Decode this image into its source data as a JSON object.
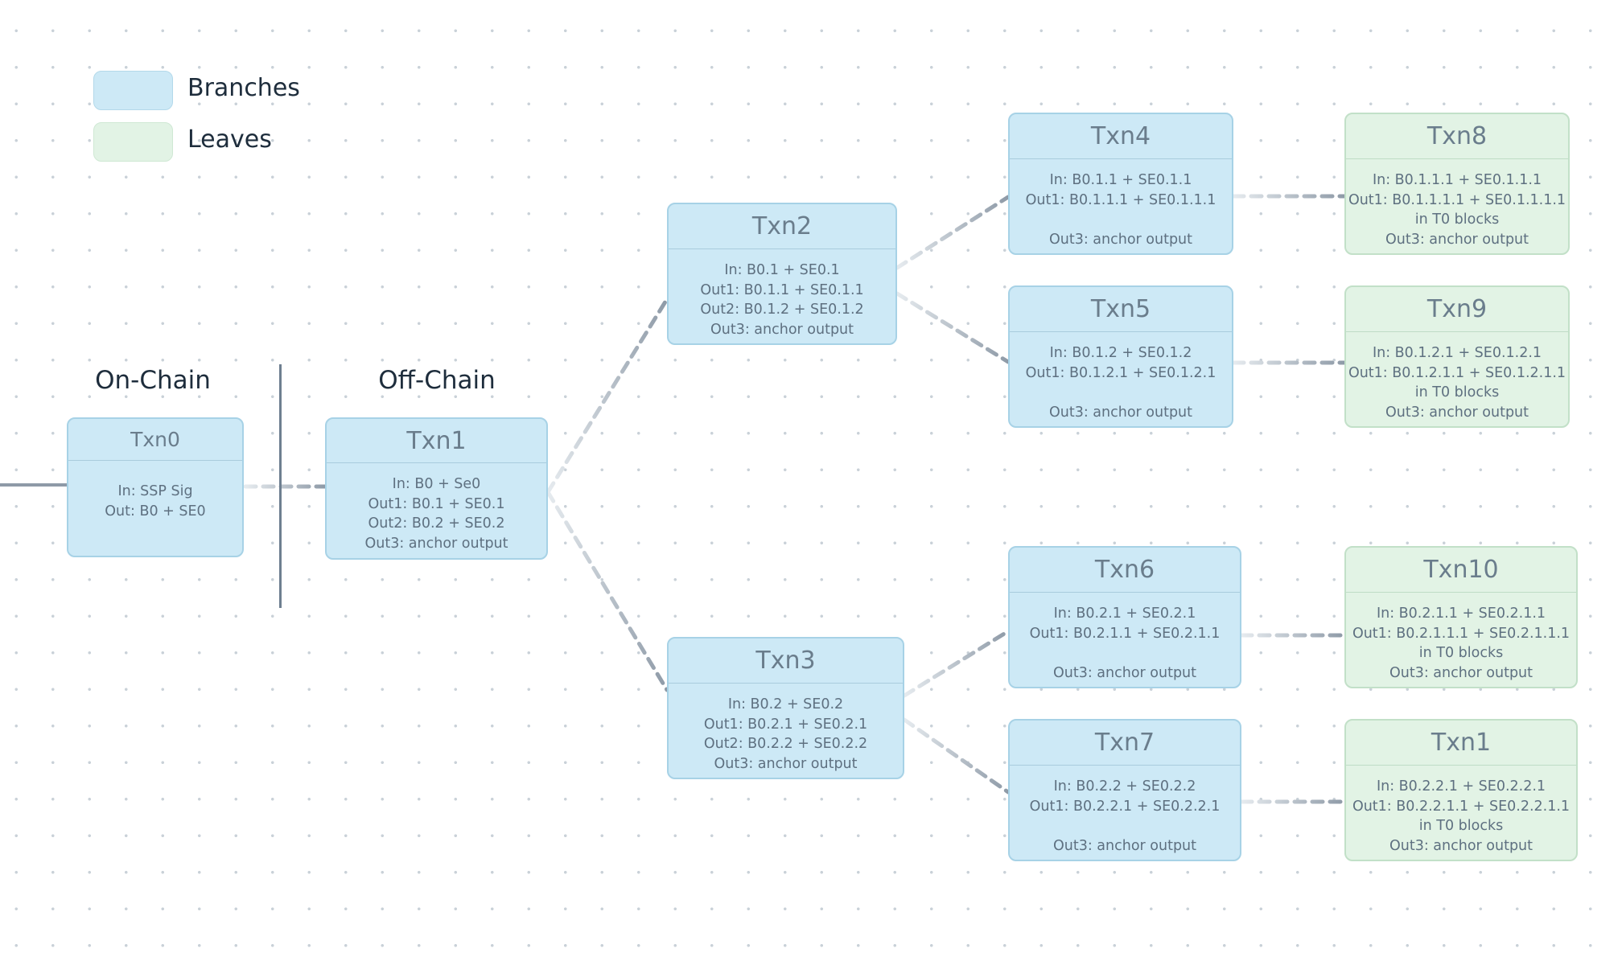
{
  "legend": [
    {
      "label": "Branches",
      "color": "#cde9f6"
    },
    {
      "label": "Leaves",
      "color": "#e2f3e5"
    }
  ],
  "sections": {
    "on_chain": "On-Chain",
    "off_chain": "Off-Chain"
  },
  "colors": {
    "branch_fill": "#cde9f6",
    "branch_border": "#a7d2e6",
    "leaf_fill": "#e2f3e5",
    "leaf_border": "#c2e0c8",
    "edge": "#8e9aa7",
    "text": "#5e7080",
    "title": "#6a7d8c"
  },
  "nodes": [
    {
      "title": "Txn0",
      "kind": "branch",
      "lines": [
        "In: SSP Sig",
        "Out: B0 + SE0"
      ]
    },
    {
      "title": "Txn1",
      "kind": "branch",
      "lines": [
        "In: B0 + Se0",
        "Out1: B0.1 + SE0.1",
        "Out2: B0.2 + SE0.2",
        "Out3: anchor output"
      ]
    },
    {
      "title": "Txn2",
      "kind": "branch",
      "lines": [
        "In: B0.1 + SE0.1",
        "Out1: B0.1.1 + SE0.1.1",
        "Out2: B0.1.2 + SE0.1.2",
        "Out3: anchor output"
      ]
    },
    {
      "title": "Txn3",
      "kind": "branch",
      "lines": [
        "In: B0.2 + SE0.2",
        "Out1: B0.2.1 + SE0.2.1",
        "Out2: B0.2.2 + SE0.2.2",
        "Out3: anchor output"
      ]
    },
    {
      "title": "Txn4",
      "kind": "branch",
      "lines": [
        "In: B0.1.1 + SE0.1.1",
        "Out1: B0.1.1.1 + SE0.1.1.1",
        "",
        "Out3: anchor output"
      ]
    },
    {
      "title": "Txn5",
      "kind": "branch",
      "lines": [
        "In: B0.1.2 + SE0.1.2",
        "Out1: B0.1.2.1 + SE0.1.2.1",
        "",
        "Out3: anchor output"
      ]
    },
    {
      "title": "Txn6",
      "kind": "branch",
      "lines": [
        "In: B0.2.1 + SE0.2.1",
        "Out1: B0.2.1.1 + SE0.2.1.1",
        "",
        "Out3: anchor output"
      ]
    },
    {
      "title": "Txn7",
      "kind": "branch",
      "lines": [
        "In: B0.2.2 + SE0.2.2",
        "Out1: B0.2.2.1 + SE0.2.2.1",
        "",
        "Out3: anchor output"
      ]
    },
    {
      "title": "Txn8",
      "kind": "leaf",
      "lines": [
        "In: B0.1.1.1 + SE0.1.1.1",
        "Out1: B0.1.1.1.1 + SE0.1.1.1.1",
        "in T0 blocks",
        "Out3: anchor output"
      ]
    },
    {
      "title": "Txn9",
      "kind": "leaf",
      "lines": [
        "In: B0.1.2.1 + SE0.1.2.1",
        "Out1: B0.1.2.1.1 + SE0.1.2.1.1",
        "in T0 blocks",
        "Out3: anchor output"
      ]
    },
    {
      "title": "Txn10",
      "kind": "leaf",
      "lines": [
        "In: B0.2.1.1 + SE0.2.1.1",
        "Out1: B0.2.1.1.1 + SE0.2.1.1.1",
        "in T0 blocks",
        "Out3: anchor output"
      ]
    },
    {
      "title": "Txn1",
      "kind": "leaf",
      "lines": [
        "In: B0.2.2.1 + SE0.2.2.1",
        "Out1: B0.2.2.1.1 + SE0.2.2.1.1",
        "in T0 blocks",
        "Out3: anchor output"
      ]
    }
  ],
  "edges": [
    [
      0,
      1
    ],
    [
      1,
      2
    ],
    [
      1,
      3
    ],
    [
      2,
      4
    ],
    [
      2,
      5
    ],
    [
      3,
      6
    ],
    [
      3,
      7
    ],
    [
      4,
      8
    ],
    [
      5,
      9
    ],
    [
      6,
      10
    ],
    [
      7,
      11
    ]
  ]
}
